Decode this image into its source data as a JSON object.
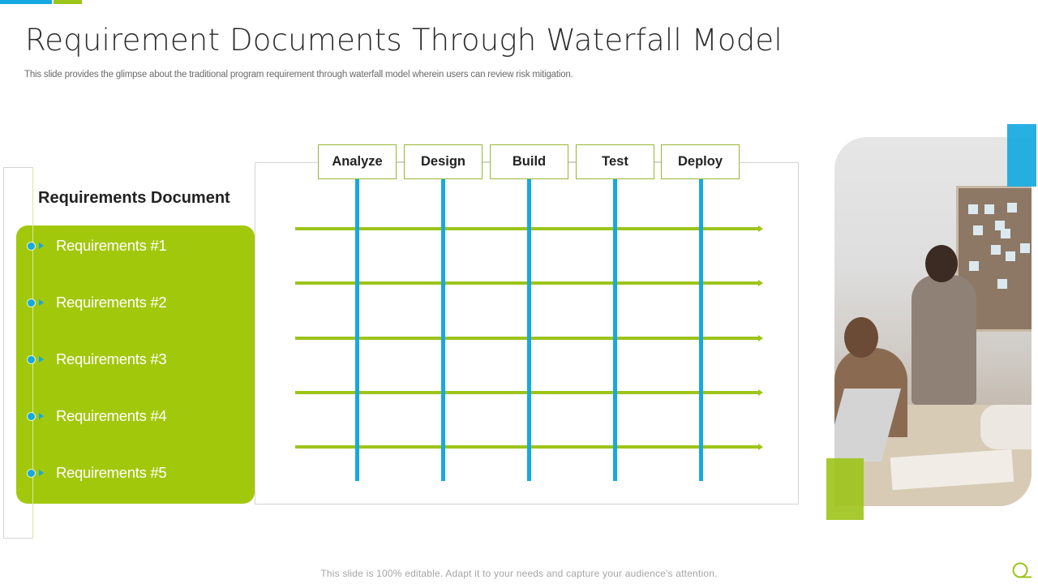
{
  "header": {
    "title": "Requirement Documents Through Waterfall Model",
    "subtitle": "This slide provides the glimpse about the traditional program requirement through waterfall model wherein users can review risk mitigation."
  },
  "requirements": {
    "heading": "Requirements Document",
    "items": [
      {
        "label": "Requirements #1"
      },
      {
        "label": "Requirements #2"
      },
      {
        "label": "Requirements #3"
      },
      {
        "label": "Requirements #4"
      },
      {
        "label": "Requirements #5"
      }
    ]
  },
  "phases": [
    {
      "label": "Analyze"
    },
    {
      "label": "Design"
    },
    {
      "label": "Build"
    },
    {
      "label": "Test"
    },
    {
      "label": "Deploy"
    }
  ],
  "colors": {
    "accent_blue": "#16a9e1",
    "accent_green": "#9dc41a",
    "panel_green": "#a2c80c"
  },
  "footer": {
    "note": "This slide is 100% editable. Adapt it to your needs and capture your audience's attention."
  },
  "icons": {
    "bullet": "circle-dot-icon",
    "arrow": "triangle-arrow-icon",
    "logo": "brand-q-logo-icon"
  }
}
